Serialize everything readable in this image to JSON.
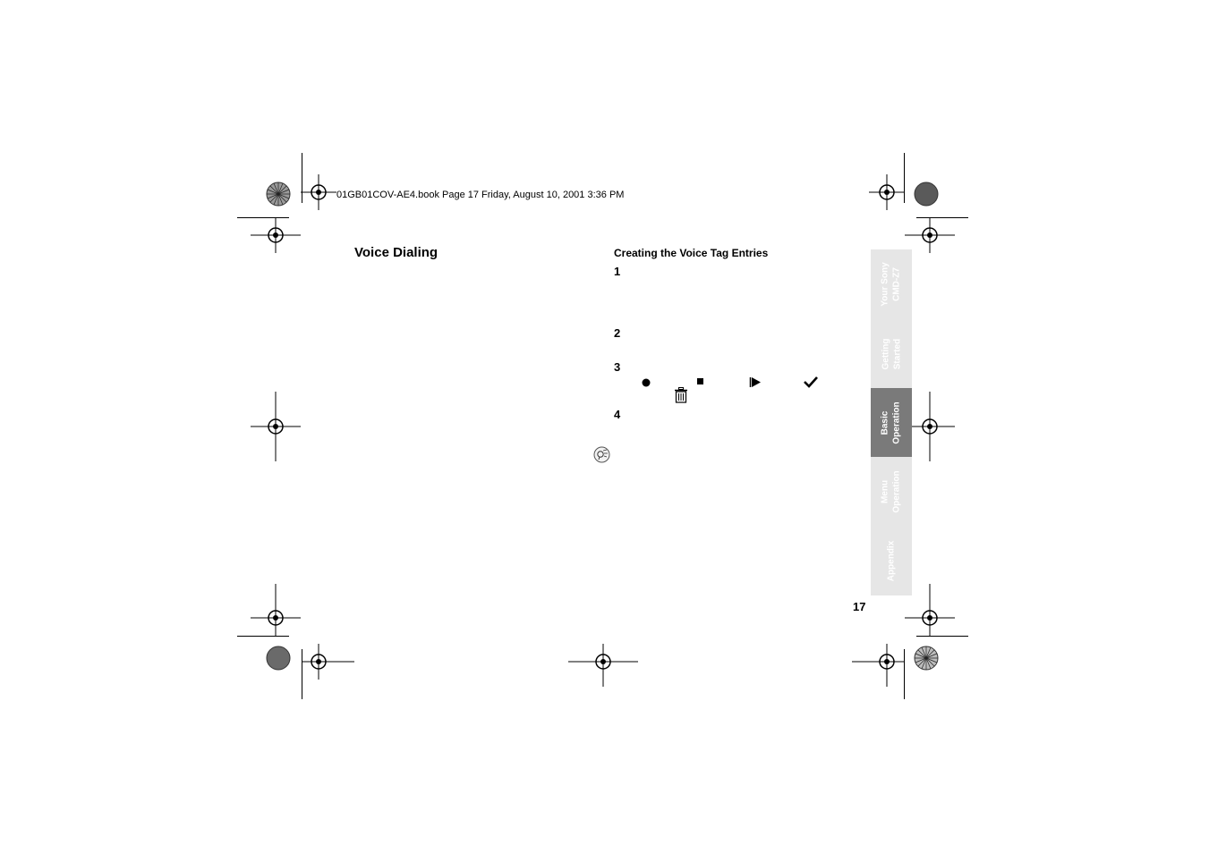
{
  "header": {
    "file_info": "01GB01COV-AE4.book  Page 17  Friday, August 10, 2001  3:36 PM"
  },
  "left_column": {
    "title": "Voice Dialing"
  },
  "right_column": {
    "heading": "Creating the Voice Tag Entries",
    "steps": [
      "1",
      "2",
      "3",
      "4"
    ]
  },
  "icons": {
    "record": "record-icon",
    "stop": "stop-icon",
    "play": "play-icon",
    "confirm": "check-icon",
    "delete": "trash-icon",
    "tip": "tip-icon"
  },
  "side_tabs": [
    {
      "line1": "Your Sony",
      "line2": "CMD-Z7",
      "active": false
    },
    {
      "line1": "Getting",
      "line2": "Started",
      "active": false
    },
    {
      "line1": "Basic",
      "line2": "Operation",
      "active": true
    },
    {
      "line1": "Menu",
      "line2": "Operation",
      "active": false
    },
    {
      "line1": "Appendix",
      "line2": "",
      "active": false
    }
  ],
  "page_number": "17",
  "colors": {
    "tab_inactive": "#e6e6e6",
    "tab_active": "#7a7a7a"
  }
}
